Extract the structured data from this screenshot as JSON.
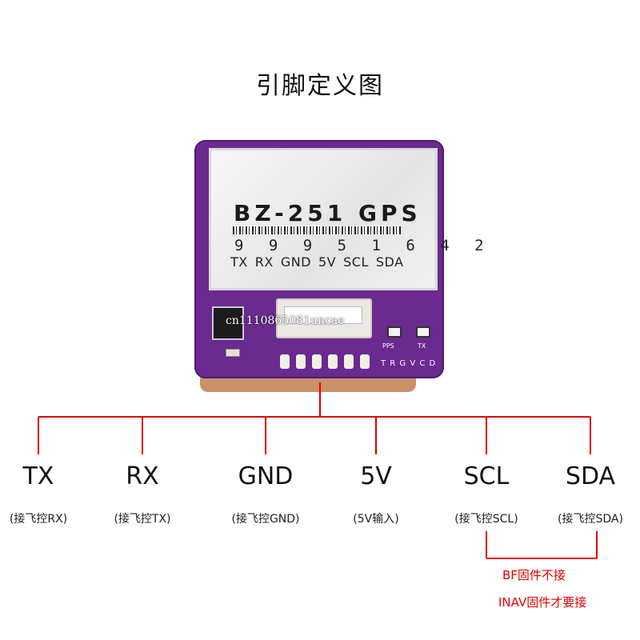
{
  "diagram": {
    "title": "引脚定义图",
    "module": {
      "label": "BZ-251 GPS",
      "serial": "9 9 9 5 1 6 4 2",
      "silk_pins": [
        "TX",
        "RX",
        "GND",
        "5V",
        "SCL",
        "SDA"
      ],
      "silk_small": "T R G V C D",
      "led_pps": "PPS",
      "led_tx": "TX",
      "watermark": "cn1110865081uncae"
    },
    "pins": [
      {
        "name": "TX",
        "note": "(接飞控RX)"
      },
      {
        "name": "RX",
        "note": "(接飞控TX)"
      },
      {
        "name": "GND",
        "note": "(接飞控GND)"
      },
      {
        "name": "5V",
        "note": "(5V输入)"
      },
      {
        "name": "SCL",
        "note": "(接飞控SCL)"
      },
      {
        "name": "SDA",
        "note": "(接飞控SDA)"
      }
    ],
    "notes": {
      "bf": "BF固件不接",
      "inav": "INAV固件才要接"
    },
    "colors": {
      "wire": "#e00000",
      "pcb": "#6a2a8f",
      "note": "#e00000"
    }
  }
}
